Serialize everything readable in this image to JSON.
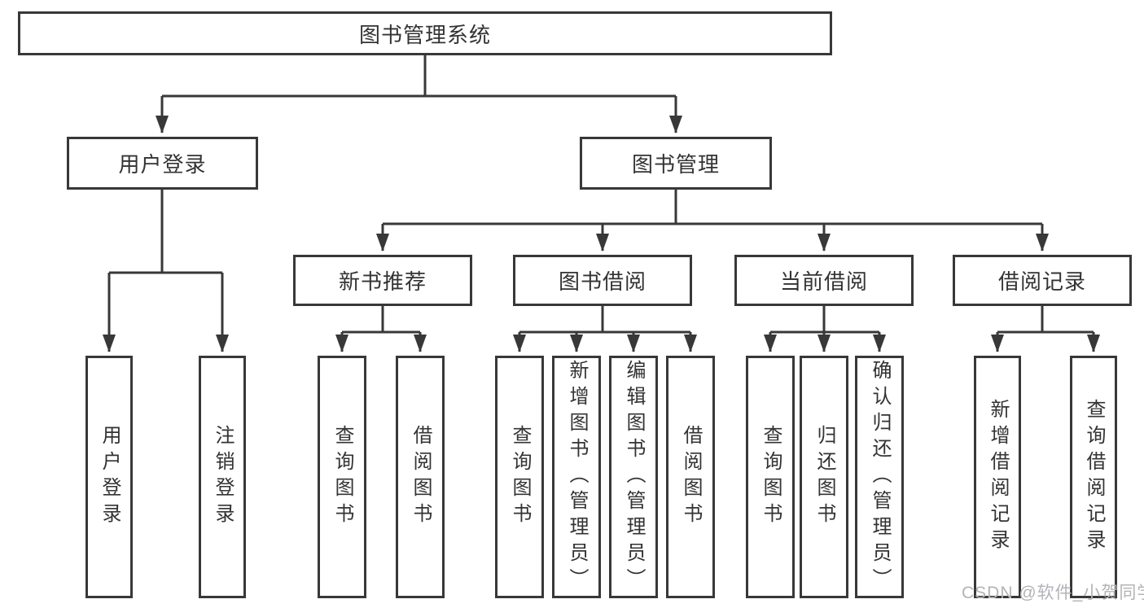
{
  "diagram": {
    "title_node": "图书管理系统",
    "root": {
      "label": "图书管理系统",
      "children": [
        {
          "label": "用户登录",
          "children": [
            {
              "label": "用户登录"
            },
            {
              "label": "注销登录"
            }
          ]
        },
        {
          "label": "图书管理",
          "children": [
            {
              "label": "新书推荐",
              "children": [
                {
                  "label": "查询图书"
                },
                {
                  "label": "借阅图书"
                }
              ]
            },
            {
              "label": "图书借阅",
              "children": [
                {
                  "label": "查询图书"
                },
                {
                  "label": "新增图书（管理员）"
                },
                {
                  "label": "编辑图书（管理员）"
                },
                {
                  "label": "借阅图书"
                }
              ]
            },
            {
              "label": "当前借阅",
              "children": [
                {
                  "label": "查询图书"
                },
                {
                  "label": "归还图书"
                },
                {
                  "label": "确认归还（管理员）"
                }
              ]
            },
            {
              "label": "借阅记录",
              "children": [
                {
                  "label": "新增借阅记录"
                },
                {
                  "label": "查询借阅记录"
                }
              ]
            }
          ]
        }
      ]
    },
    "colors": {
      "line": "#383838",
      "box_border": "#383838",
      "text": "#333333",
      "watermark": "#b3b3b8",
      "background": "#ffffff"
    }
  },
  "watermark": {
    "text": "CSDN @软件_小贺同学"
  }
}
